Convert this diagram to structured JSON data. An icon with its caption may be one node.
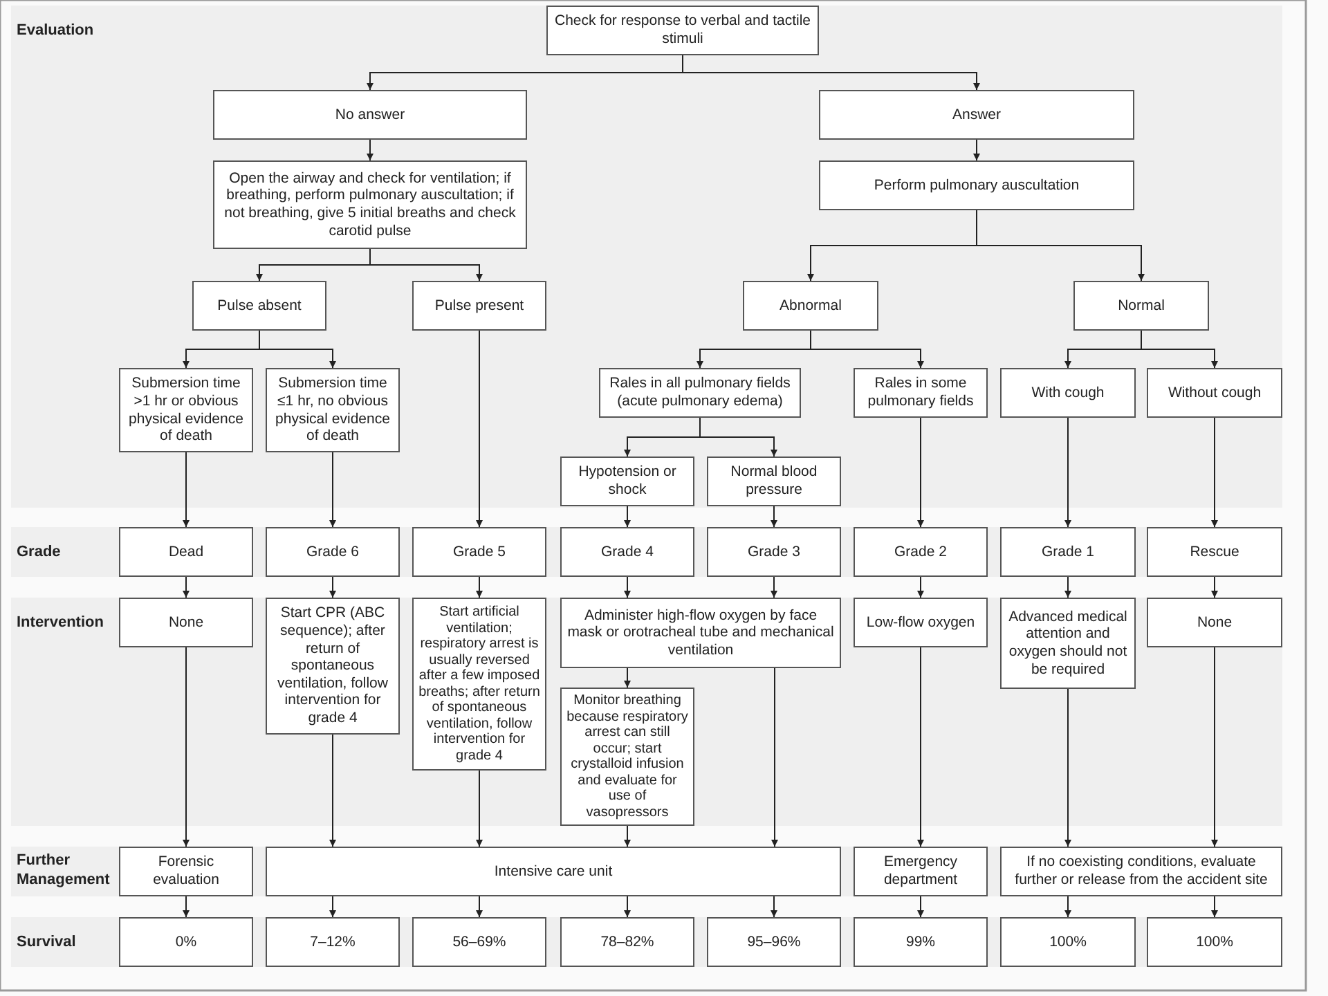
{
  "diagram": {
    "nodes": [
      {
        "text": [
          "Check for response to verbal and tactile stimuli"
        ]
      },
      {
        "text": [
          "No answer"
        ]
      },
      {
        "text": [
          "Answer"
        ]
      },
      {
        "text": [
          "Open the airway and check for ventilation; if breathing, perform pulmonary auscultation; if not breathing, give 5 initial breaths and check carotid pulse"
        ]
      },
      {
        "text": [
          "Perform pulmonary auscultation"
        ]
      },
      {
        "text": [
          "Pulse absent"
        ]
      },
      {
        "text": [
          "Pulse present"
        ]
      },
      {
        "text": [
          "Abnormal"
        ]
      },
      {
        "text": [
          "Normal"
        ]
      },
      {
        "text": [
          "Submersion time >1 hr or obvious physical evidence of death"
        ]
      },
      {
        "text": [
          "Submersion time ≤1 hr, no obvious physical evidence of death"
        ]
      },
      {
        "text": [
          "Rales in all pulmonary fields (acute pulmonary edema)"
        ]
      },
      {
        "text": [
          "Rales in some pulmonary fields"
        ]
      },
      {
        "text": [
          "With cough"
        ]
      },
      {
        "text": [
          "Without cough"
        ]
      },
      {
        "text": [
          "Hypotension or shock"
        ]
      },
      {
        "text": [
          "Normal blood pressure"
        ]
      },
      {
        "text": [
          "Dead"
        ]
      },
      {
        "text": [
          "Grade 6"
        ]
      },
      {
        "text": [
          "Grade 5"
        ]
      },
      {
        "text": [
          "Grade 4"
        ]
      },
      {
        "text": [
          "Grade 3"
        ]
      },
      {
        "text": [
          "Grade 2"
        ]
      },
      {
        "text": [
          "Grade 1"
        ]
      },
      {
        "text": [
          "Rescue"
        ]
      },
      {
        "text": [
          "None"
        ]
      },
      {
        "text": [
          "Start CPR (ABC sequence); after return of spontaneous ventilation, follow intervention for grade 4"
        ]
      },
      {
        "text": [
          "Start artificial ventilation; respiratory arrest is usually reversed after a few imposed breaths; after return of spontaneous ventilation, follow intervention for grade 4"
        ]
      },
      {
        "text": [
          "Administer high-flow oxygen by face mask or orotracheal tube and mechanical ventilation"
        ]
      },
      {
        "text": [
          "Low-flow oxygen"
        ]
      },
      {
        "text": [
          "Advanced medical attention and oxygen should not be required"
        ]
      },
      {
        "text": [
          "None"
        ]
      },
      {
        "text": [
          "Monitor breathing because respiratory arrest can still occur; start crystalloid infusion and evaluate for use of vasopressors"
        ]
      },
      {
        "text": [
          "Forensic evaluation"
        ]
      },
      {
        "text": [
          "Intensive care unit"
        ]
      },
      {
        "text": [
          "Emergency department"
        ]
      },
      {
        "text": [
          "If no coexisting conditions, evaluate further or release from the accident site"
        ]
      },
      {
        "text": [
          "0%"
        ]
      },
      {
        "text": [
          "7–12%"
        ]
      },
      {
        "text": [
          "56–69%"
        ]
      },
      {
        "text": [
          "78–82%"
        ]
      },
      {
        "text": [
          "95–96%"
        ]
      },
      {
        "text": [
          "99%"
        ]
      },
      {
        "text": [
          "100%"
        ]
      },
      {
        "text": [
          "100%"
        ]
      }
    ],
    "edges": [
      {
        "from": 0,
        "to": 1,
        "arrow": "to"
      },
      {
        "from": 0,
        "to": 2,
        "arrow": "to"
      },
      {
        "from": 1,
        "to": 3,
        "arrow": "to"
      },
      {
        "from": 2,
        "to": 4,
        "arrow": "to"
      },
      {
        "from": 3,
        "to": 5,
        "arrow": "to"
      },
      {
        "from": 3,
        "to": 6,
        "arrow": "to"
      },
      {
        "from": 4,
        "to": 7,
        "arrow": "to"
      },
      {
        "from": 4,
        "to": 8,
        "arrow": "to"
      },
      {
        "from": 5,
        "to": 9,
        "arrow": "to"
      },
      {
        "from": 5,
        "to": 10,
        "arrow": "to"
      },
      {
        "from": 7,
        "to": 11,
        "arrow": "to"
      },
      {
        "from": 7,
        "to": 12,
        "arrow": "to"
      },
      {
        "from": 8,
        "to": 13,
        "arrow": "to"
      },
      {
        "from": 8,
        "to": 14,
        "arrow": "to"
      },
      {
        "from": 11,
        "to": 15,
        "arrow": "to"
      },
      {
        "from": 11,
        "to": 16,
        "arrow": "to"
      },
      {
        "from": 9,
        "to": 17,
        "arrow": "to"
      },
      {
        "from": 10,
        "to": 18,
        "arrow": "to"
      },
      {
        "from": 6,
        "to": 19,
        "arrow": "to"
      },
      {
        "from": 15,
        "to": 20,
        "arrow": "to"
      },
      {
        "from": 16,
        "to": 21,
        "arrow": "to"
      },
      {
        "from": 12,
        "to": 22,
        "arrow": "to"
      },
      {
        "from": 13,
        "to": 23,
        "arrow": "to"
      },
      {
        "from": 14,
        "to": 24,
        "arrow": "to"
      },
      {
        "from": 17,
        "to": 25,
        "arrow": "to"
      },
      {
        "from": 18,
        "to": 26,
        "arrow": "to"
      },
      {
        "from": 19,
        "to": 27,
        "arrow": "to"
      },
      {
        "from": 20,
        "to": 28,
        "arrow": "to"
      },
      {
        "from": 21,
        "to": 28,
        "arrow": "to"
      },
      {
        "from": 22,
        "to": 29,
        "arrow": "to"
      },
      {
        "from": 23,
        "to": 30,
        "arrow": "to"
      },
      {
        "from": 24,
        "to": 31,
        "arrow": "to"
      },
      {
        "from": 28,
        "to": 32,
        "arrow": "to"
      },
      {
        "from": 28,
        "to": 34,
        "arrow": "to"
      },
      {
        "from": 25,
        "to": 33,
        "arrow": "to"
      },
      {
        "from": 26,
        "to": 34,
        "arrow": "to"
      },
      {
        "from": 27,
        "to": 34,
        "arrow": "to"
      },
      {
        "from": 32,
        "to": 34,
        "arrow": "to"
      },
      {
        "from": 29,
        "to": 35,
        "arrow": "to"
      },
      {
        "from": 30,
        "to": 36,
        "arrow": "to"
      },
      {
        "from": 31,
        "to": 36,
        "arrow": "to"
      },
      {
        "from": 33,
        "to": 37,
        "arrow": "to"
      },
      {
        "from": 34,
        "to": 38,
        "arrow": "to"
      },
      {
        "from": 34,
        "to": 39,
        "arrow": "to"
      },
      {
        "from": 34,
        "to": 40,
        "arrow": "to"
      },
      {
        "from": 34,
        "to": 41,
        "arrow": "to"
      },
      {
        "from": 35,
        "to": 42,
        "arrow": "to"
      },
      {
        "from": 36,
        "to": 43,
        "arrow": "to"
      },
      {
        "from": 36,
        "to": 44,
        "arrow": "to"
      }
    ],
    "labels": [
      "Evaluation",
      "Grade",
      "Intervention",
      "Further Management",
      "Survival"
    ]
  }
}
